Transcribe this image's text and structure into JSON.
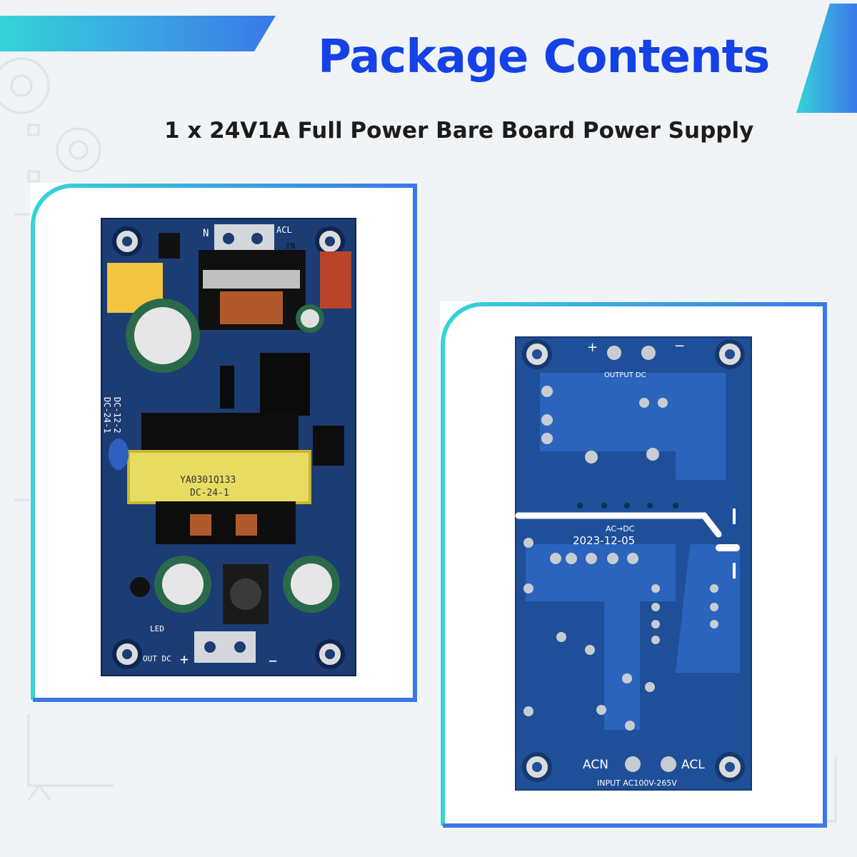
{
  "heading": {
    "title": "Package Contents",
    "subtitle": "1 x 24V1A Full Power Bare Board Power Supply"
  },
  "colors": {
    "title": "#1442e6",
    "accent_cyan": "#35d4d8",
    "accent_blue": "#3c78ea",
    "pcb_blue": "#1c3c74",
    "pcb_back": "#1f4f99"
  },
  "front_board": {
    "top_label_n": "N",
    "top_label_acl": "ACL",
    "top_label_in": "IN",
    "transformer_code": "YA0301Q133",
    "transformer_model": "DC-24-1",
    "model_text_1": "DC-24-1",
    "model_text_2": "DC-12-2",
    "out_label": "OUT DC",
    "plus": "+",
    "minus": "−",
    "led_label": "LED"
  },
  "back_board": {
    "plus": "+",
    "minus": "−",
    "output_label": "OUTPUT DC",
    "ac_dc_label": "AC→DC",
    "date": "2023-12-05",
    "acn": "ACN",
    "acl": "ACL",
    "input_label": "INPUT AC100V-265V"
  }
}
